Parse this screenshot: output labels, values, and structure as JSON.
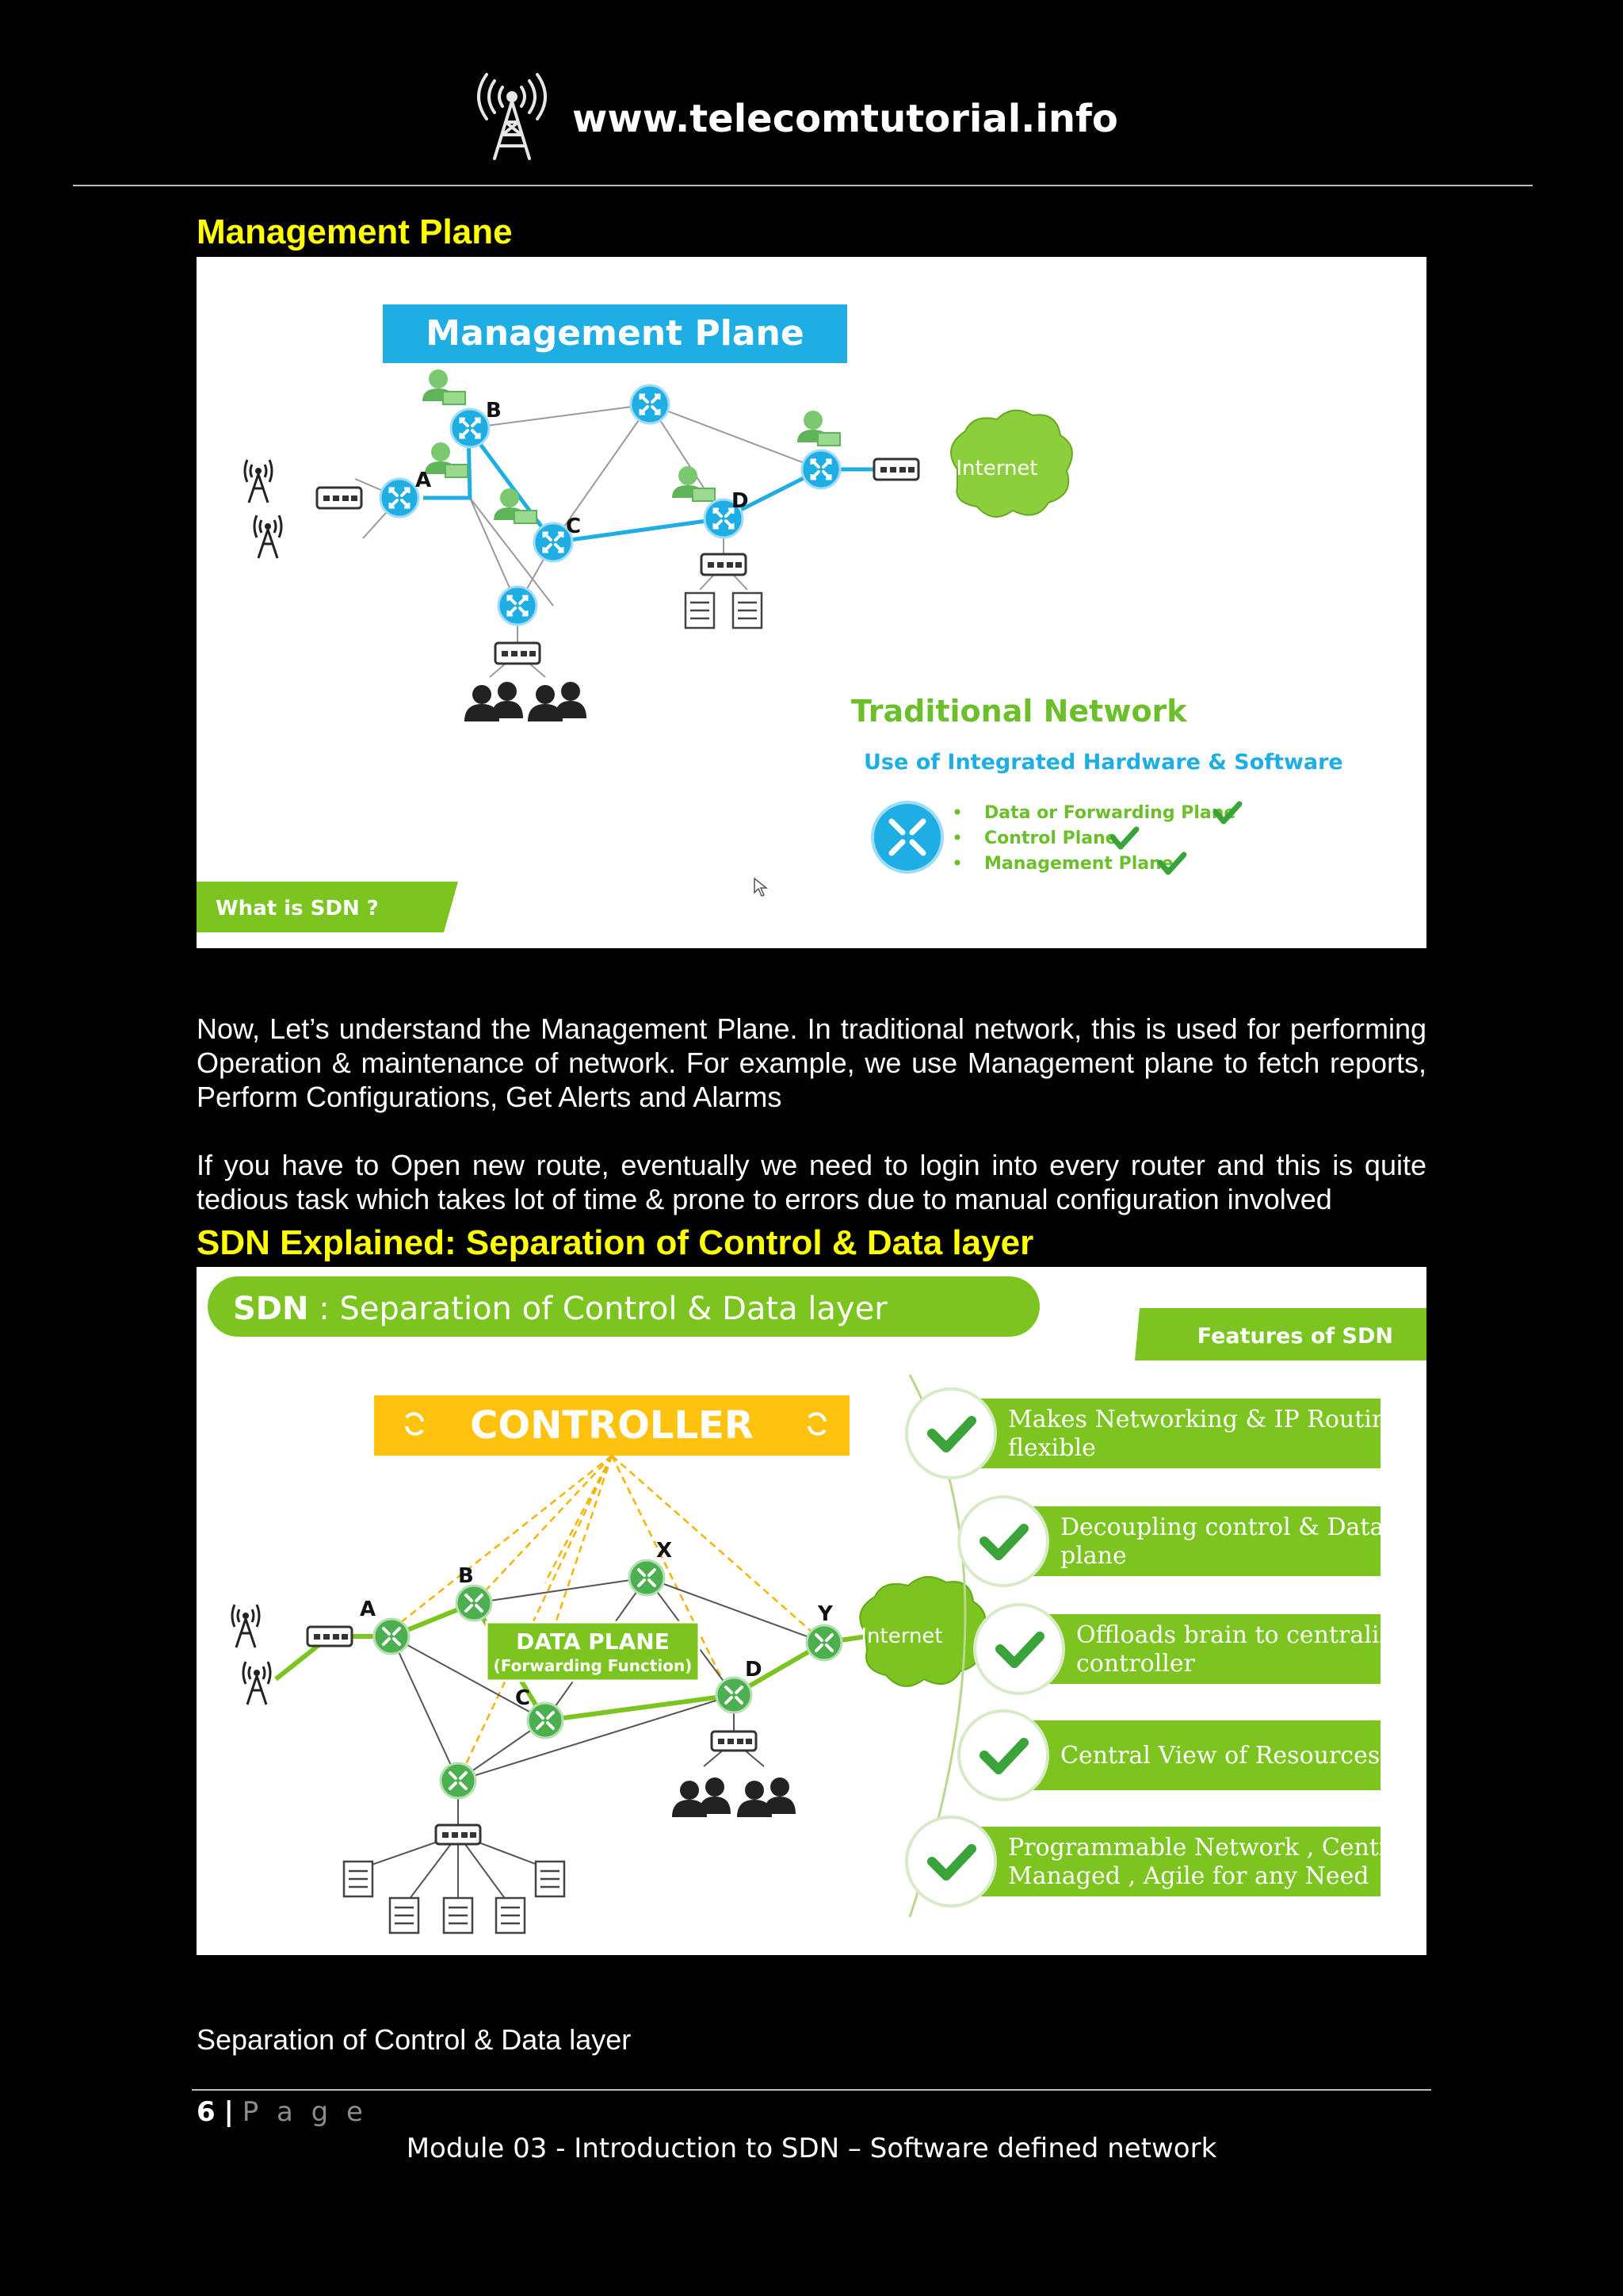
{
  "header": {
    "site": "www.telecomtutorial.info",
    "icon": "antenna-tower-icon"
  },
  "section1": {
    "heading": "Management Plane",
    "figure": {
      "banner": "Management Plane",
      "node_labels": [
        "A",
        "B",
        "C",
        "D"
      ],
      "internet": "Internet",
      "title": "Traditional Network",
      "subtitle": "Use of Integrated Hardware & Software",
      "bullets": [
        "Data or Forwarding Plane",
        "Control Plane",
        "Management Plane"
      ],
      "tag": "What is SDN ?"
    },
    "paragraphs": [
      "Now, Let’s understand the Management Plane. In traditional network, this is used for performing Operation & maintenance of network. For example, we use Management plane to fetch reports, Perform Configurations, Get Alerts and Alarms",
      "If you have to Open new route, eventually we need to login into every router and this is quite tedious task which takes lot of time & prone to errors due to manual configuration involved"
    ]
  },
  "section2": {
    "heading": "SDN Explained: Separation of Control & Data layer",
    "figure": {
      "title_bold": "SDN",
      "title_rest": " : Separation of Control & Data layer",
      "features_tab": "Features of SDN",
      "controller": "CONTROLLER",
      "node_labels": [
        "A",
        "B",
        "X",
        "C",
        "D",
        "Y"
      ],
      "internet": "Internet",
      "data_plane": "DATA PLANE",
      "data_plane_sub": "(Forwarding Function)",
      "features": [
        [
          "Makes Networking & IP Routing",
          "flexible"
        ],
        [
          "Decoupling control & Data",
          "plane"
        ],
        [
          "Offloads brain to centralized",
          "controller"
        ],
        [
          "Central View of Resources"
        ],
        [
          "Programmable Network , Centrally",
          "Managed ,  Agile for any Need"
        ]
      ]
    },
    "caption": "Separation of Control & Data layer"
  },
  "footer": {
    "page_number": "6",
    "separator": "|",
    "page_word": "P a g e",
    "module": "Module 03 - Introduction to SDN – Software defined network"
  },
  "colors": {
    "heading_yellow": "#ffff00",
    "sdn_green": "#7cc520",
    "mgmt_blue": "#1faee3",
    "controller_orange": "#ffc20e"
  }
}
